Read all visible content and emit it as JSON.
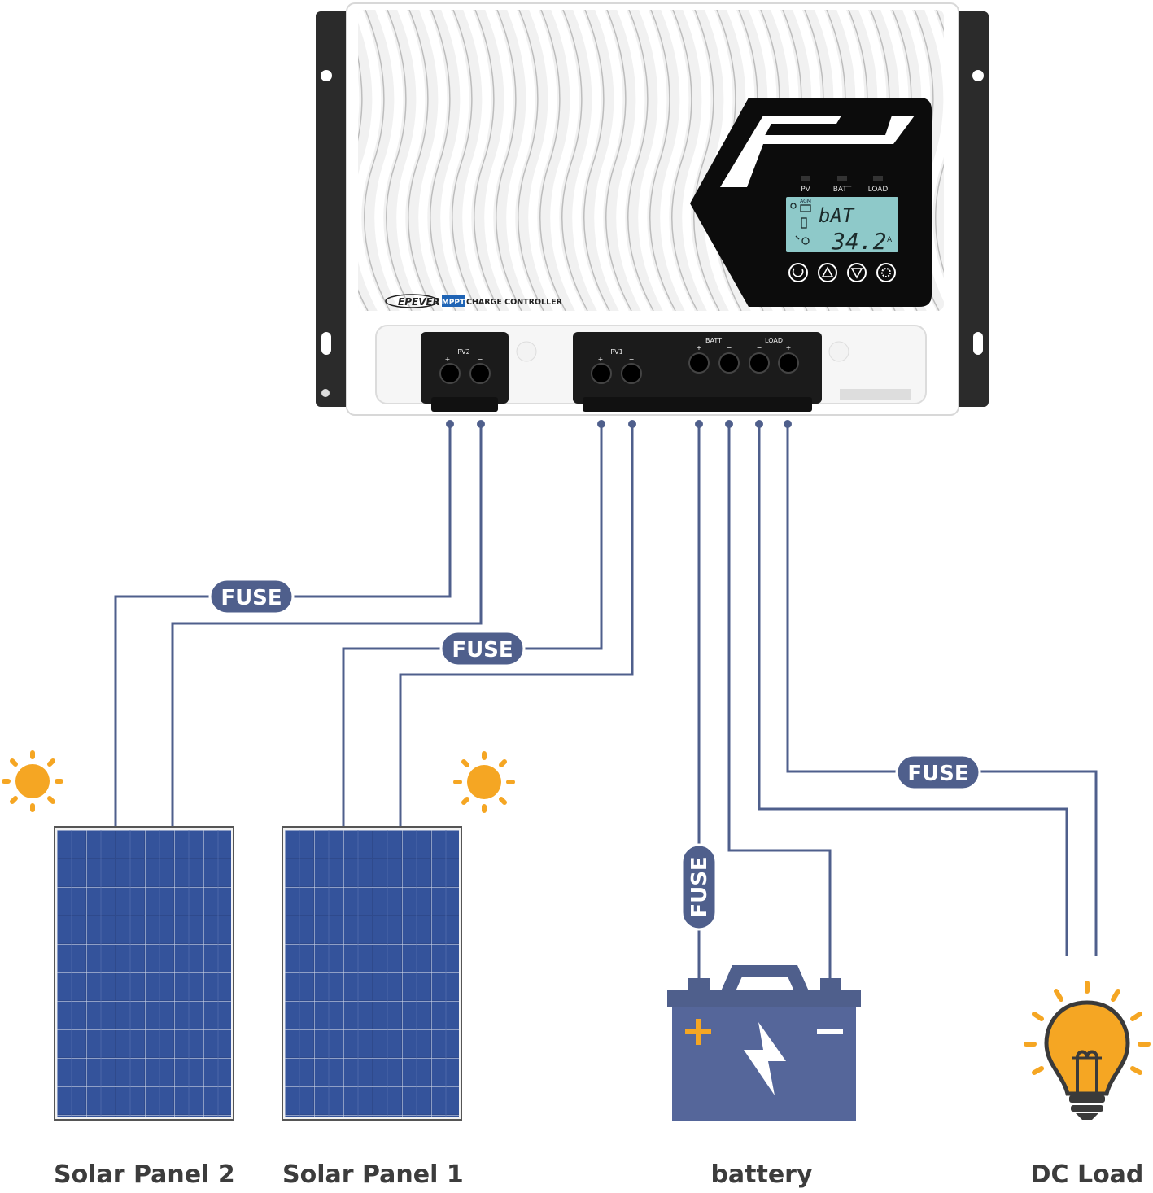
{
  "controller": {
    "brand": "EPEVER",
    "badge": "MPPT",
    "product": "CHARGE CONTROLLER",
    "indicators": [
      "PV",
      "BATT",
      "LOAD"
    ],
    "battery_type": "AGM",
    "lcd_line1": "bAT",
    "lcd_line2": "34.2",
    "lcd_unit": "A",
    "ports": {
      "pv2": "PV2",
      "pv1": "PV1",
      "batt": "BATT",
      "load": "LOAD"
    },
    "buttons": [
      "return-icon",
      "up-icon",
      "down-icon",
      "settings-icon"
    ]
  },
  "fuse_labels": {
    "pv2": "FUSE",
    "pv1": "FUSE",
    "batt": "FUSE",
    "load": "FUSE"
  },
  "captions": {
    "panel2": "Solar Panel 2",
    "panel1": "Solar Panel 1",
    "battery": "battery",
    "load": "DC Load"
  },
  "colors": {
    "wire": "#4f5f8c",
    "fuse_fill": "#4f5f8c",
    "panel": "#2f4a8c",
    "battery": "#55669a",
    "accent_orange": "#f5a623",
    "controller_body": "#ffffff",
    "lcd": "#8ec9c9"
  }
}
